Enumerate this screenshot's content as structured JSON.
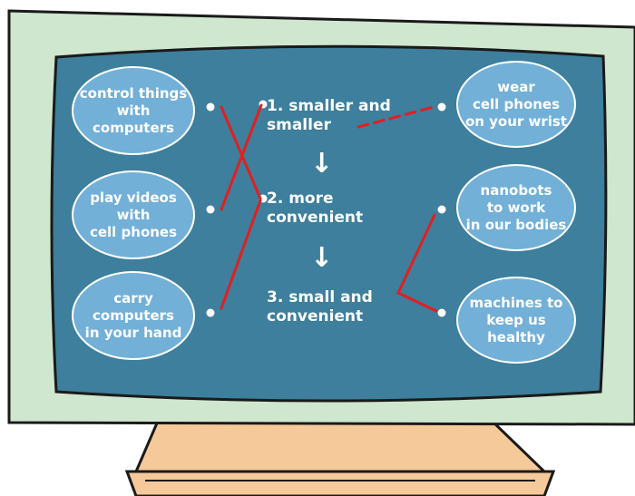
{
  "colors": {
    "frame": "#cfe6cf",
    "screen": "#3d7f9c",
    "bubble": "#73b0d8",
    "line": "#e02020",
    "stand": "#f6c99a"
  },
  "left_items": [
    {
      "text": "control things\nwith\ncomputers"
    },
    {
      "text": "play videos\nwith\ncell phones"
    },
    {
      "text": "carry\ncomputers\nin your hand"
    }
  ],
  "middle_items": [
    {
      "text": "1. smaller and\n    smaller"
    },
    {
      "text": "2. more\n    convenient"
    },
    {
      "text": "3. small and\n    convenient"
    }
  ],
  "arrows": [
    "↓",
    "↓"
  ],
  "right_items": [
    {
      "text": "wear\ncell phones\non your wrist"
    },
    {
      "text": "nanobots\nto work\nin our bodies"
    },
    {
      "text": "machines to\nkeep us\nhealthy"
    }
  ]
}
